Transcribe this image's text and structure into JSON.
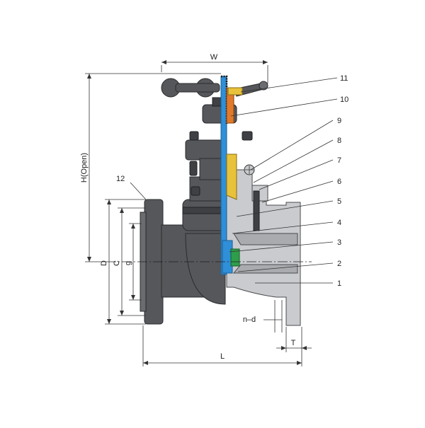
{
  "diagram": {
    "dimension_labels": {
      "width": "W",
      "height": "H(Open)",
      "length": "L",
      "flange_outer": "D",
      "bolt_circle": "C",
      "raised_face": "g",
      "bolt_holes": "n–d",
      "flange_thickness": "T"
    },
    "part_numbers": [
      "1",
      "2",
      "3",
      "4",
      "5",
      "6",
      "7",
      "8",
      "9",
      "10",
      "11",
      "12"
    ],
    "colors": {
      "body": "#55575b",
      "section": "#c9cbce",
      "stem": "#2f8fd8",
      "yoke_nut": "#e07a2a",
      "gland": "#e8c23a",
      "seat": "#2e9e4a"
    }
  }
}
